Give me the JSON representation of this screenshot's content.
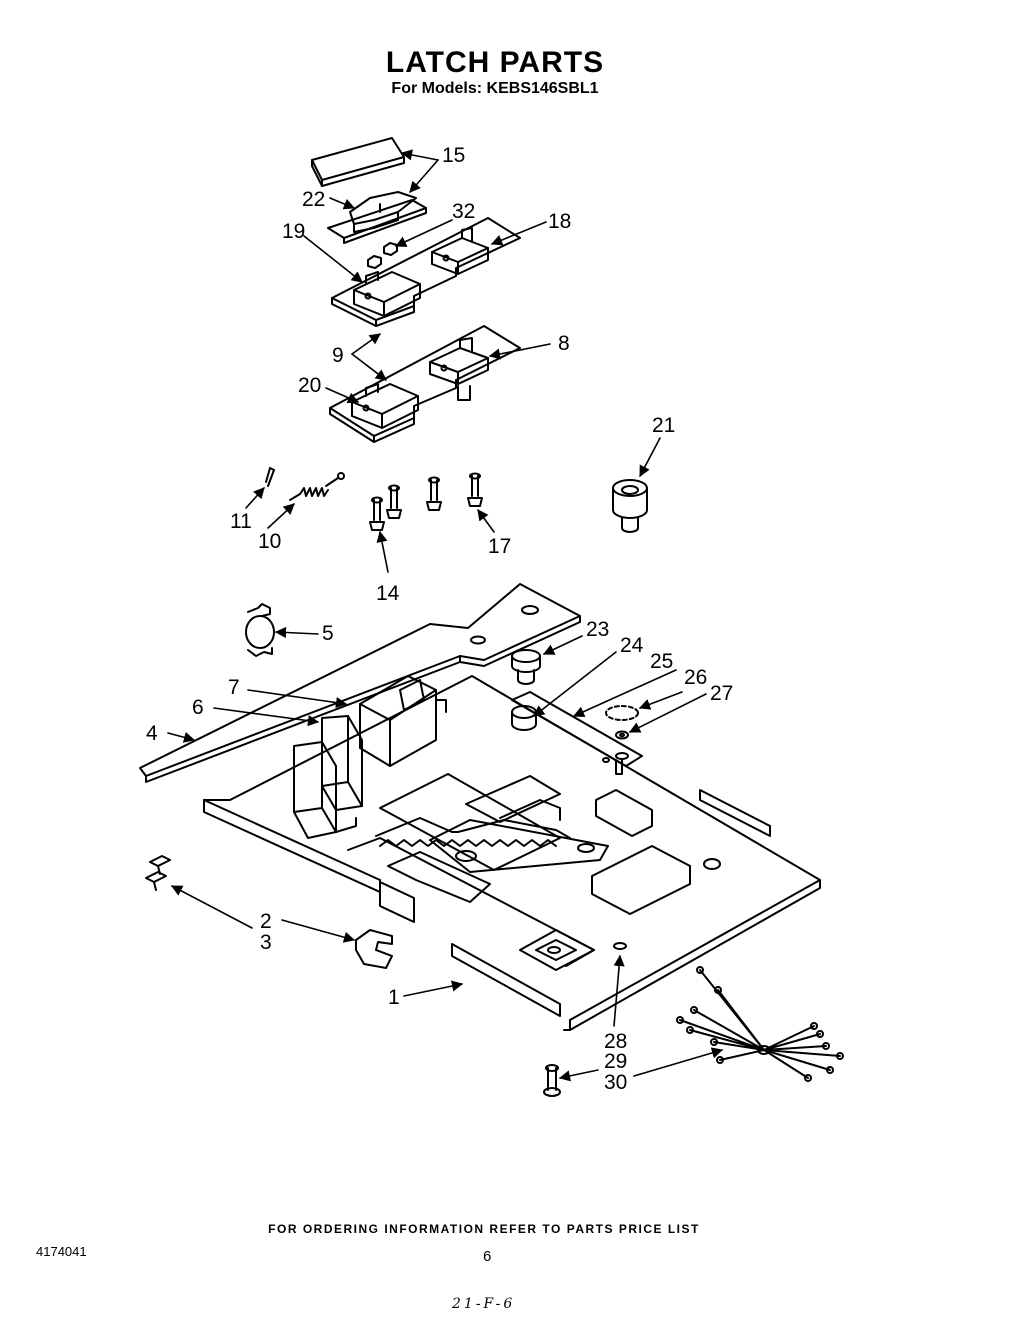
{
  "header": {
    "title": "LATCH PARTS",
    "subtitle": "For Models: KEBS146SBL1"
  },
  "callouts": [
    {
      "id": "15",
      "label": "15"
    },
    {
      "id": "22",
      "label": "22"
    },
    {
      "id": "32",
      "label": "32"
    },
    {
      "id": "18",
      "label": "18"
    },
    {
      "id": "19",
      "label": "19"
    },
    {
      "id": "9",
      "label": "9"
    },
    {
      "id": "8",
      "label": "8"
    },
    {
      "id": "20",
      "label": "20"
    },
    {
      "id": "21",
      "label": "21"
    },
    {
      "id": "11",
      "label": "11"
    },
    {
      "id": "10",
      "label": "10"
    },
    {
      "id": "17",
      "label": "17"
    },
    {
      "id": "14",
      "label": "14"
    },
    {
      "id": "5",
      "label": "5"
    },
    {
      "id": "23",
      "label": "23"
    },
    {
      "id": "24",
      "label": "24"
    },
    {
      "id": "25",
      "label": "25"
    },
    {
      "id": "26",
      "label": "26"
    },
    {
      "id": "27",
      "label": "27"
    },
    {
      "id": "7",
      "label": "7"
    },
    {
      "id": "6",
      "label": "6"
    },
    {
      "id": "4",
      "label": "4"
    },
    {
      "id": "2",
      "label": "2"
    },
    {
      "id": "3",
      "label": "3"
    },
    {
      "id": "1",
      "label": "1"
    },
    {
      "id": "28",
      "label": "28"
    },
    {
      "id": "29",
      "label": "29"
    },
    {
      "id": "30",
      "label": "30"
    }
  ],
  "footer": {
    "ordering_note": "FOR ORDERING INFORMATION REFER TO PARTS PRICE LIST",
    "document_number": "4174041",
    "page_number": "6",
    "handwritten_mark": "21-F-6"
  }
}
